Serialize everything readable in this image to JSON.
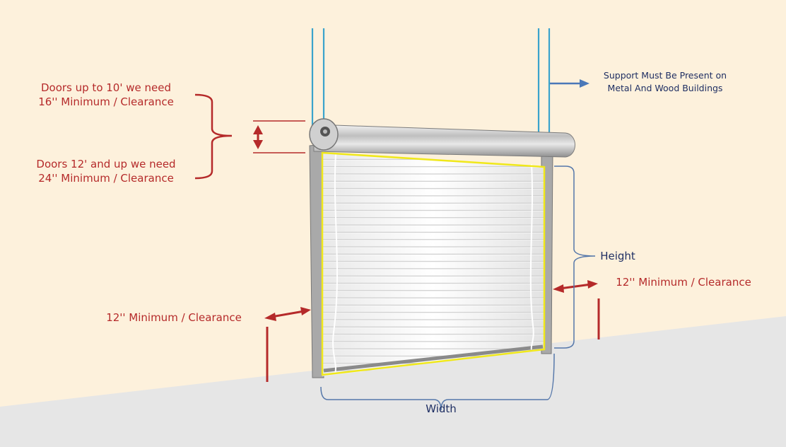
{
  "labels": {
    "doors_10_line1": "Doors up to 10' we  need",
    "doors_10_line2": "16'' Minimum / Clearance",
    "doors_12_line1": "Doors 12' and up we need",
    "doors_12_line2": "24'' Minimum / Clearance",
    "support_line1": "Support Must Be Present on",
    "support_line2": "Metal And Wood Buildings",
    "height": "Height",
    "width": "Width",
    "right_clearance": "12'' Minimum / Clearance",
    "left_clearance": "12'' Minimum / Clearance"
  },
  "colors": {
    "background": "#fdf1dc",
    "ground": "#e6e6e6",
    "dimension_red": "#b52a2a",
    "bracket_blue": "#5577aa",
    "support_blue": "#3aa3cc",
    "door_outline": "#f0e81a",
    "label_navy": "#1f2f63"
  }
}
